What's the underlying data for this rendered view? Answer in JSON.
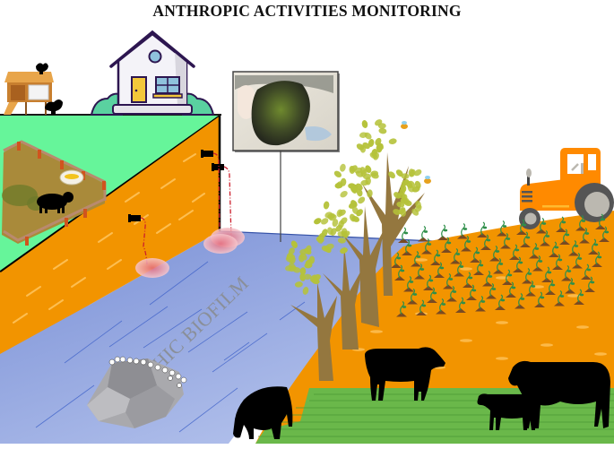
{
  "title": "ANTHROPIC ACTIVITIES MONITORING",
  "river": {
    "label": "EPILITHIC BIOFILM",
    "color": "#8fa3dc"
  },
  "photo_inset": {
    "description": "Photograph of a hand holding a stone covered with green-brown epilithic biofilm"
  },
  "elements": {
    "farmland": {
      "color": "#66f59a",
      "name": "Grassland plateau"
    },
    "embankment": {
      "color": "#f29400",
      "name": "Soil embankment"
    },
    "field": {
      "color": "#f29400",
      "name": "Crop field"
    },
    "pasture": {
      "color": "#6ab84a",
      "name": "Pasture grass"
    }
  },
  "icons": [
    "chicken-coop-icon",
    "chicken-icon",
    "house-icon",
    "pig-pen-icon",
    "pig-icon",
    "discharge-pipe-icon",
    "pollution-plume-icon",
    "river-rock-icon",
    "tree-icon",
    "bee-icon",
    "tractor-icon",
    "crop-plant-icon",
    "cow-icon"
  ],
  "colors": {
    "title": "#111111",
    "label": "#8a8f99",
    "plume": "#e8909a",
    "pipe_drip": "#cc1f2c",
    "tree_trunk": "#94773f",
    "tree_leaf": "#b5c23a",
    "tractor": "#ff8a00"
  }
}
